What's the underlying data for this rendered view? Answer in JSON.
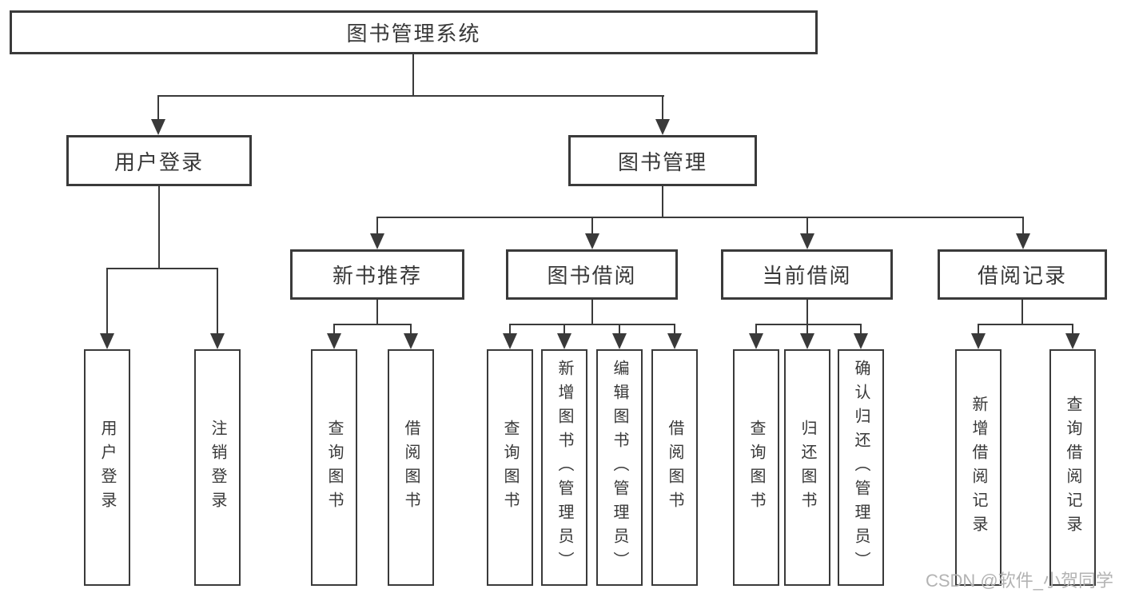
{
  "tree": {
    "root": {
      "label": "图书管理系统",
      "children": [
        {
          "label": "用户登录",
          "children": [
            {
              "label": "用户登录"
            },
            {
              "label": "注销登录"
            }
          ]
        },
        {
          "label": "图书管理",
          "children": [
            {
              "label": "新书推荐",
              "children": [
                {
                  "label": "查询图书"
                },
                {
                  "label": "借阅图书"
                }
              ]
            },
            {
              "label": "图书借阅",
              "children": [
                {
                  "label": "查询图书"
                },
                {
                  "label": "新增图书（管理员）"
                },
                {
                  "label": "编辑图书（管理员）"
                },
                {
                  "label": "借阅图书"
                }
              ]
            },
            {
              "label": "当前借阅",
              "children": [
                {
                  "label": "查询图书"
                },
                {
                  "label": "归还图书"
                },
                {
                  "label": "确认归还（管理员）"
                }
              ]
            },
            {
              "label": "借阅记录",
              "children": [
                {
                  "label": "新增借阅记录"
                },
                {
                  "label": "查询借阅记录"
                }
              ]
            }
          ]
        }
      ]
    }
  },
  "watermark": "CSDN @软件_小贺同学",
  "colors": {
    "line": "#3a3a3a",
    "box_border": "#3a3a3a",
    "text": "#383838",
    "watermark_text": "#b3b3b3",
    "background": "#ffffff"
  }
}
